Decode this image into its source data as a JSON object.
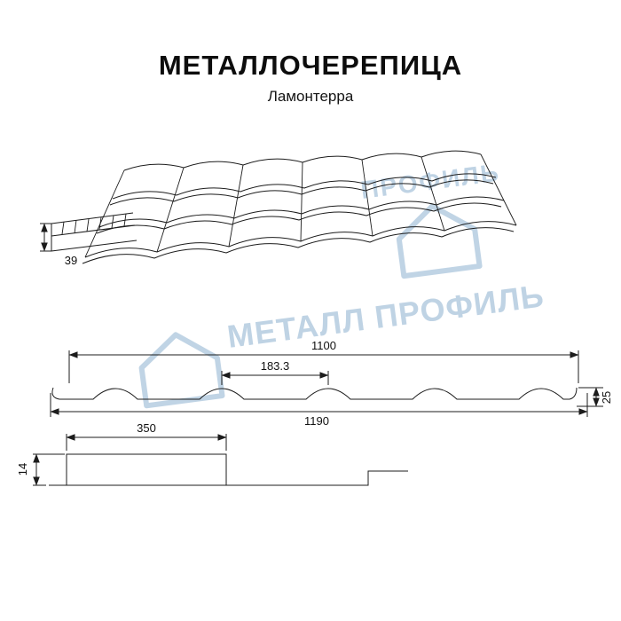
{
  "header": {
    "title": "МЕТАЛЛОЧЕРЕПИЦА",
    "subtitle": "Ламонтерра"
  },
  "watermark": {
    "text": "МЕТАЛЛ ПРОФИЛЬ",
    "partial_text": "ПРОФИЛЬ",
    "color": "#b9cfe2"
  },
  "drawing": {
    "line_color": "#1c1c1c",
    "perspective_view": {
      "dim_edge_height": "39"
    },
    "profile_section": {
      "dim_cover_width": "1100",
      "dim_wave_pitch": "183.3",
      "dim_profile_height": "25",
      "dim_overall_width": "1190"
    },
    "overlap_section": {
      "dim_module_length": "350",
      "dim_step_height": "14"
    }
  }
}
